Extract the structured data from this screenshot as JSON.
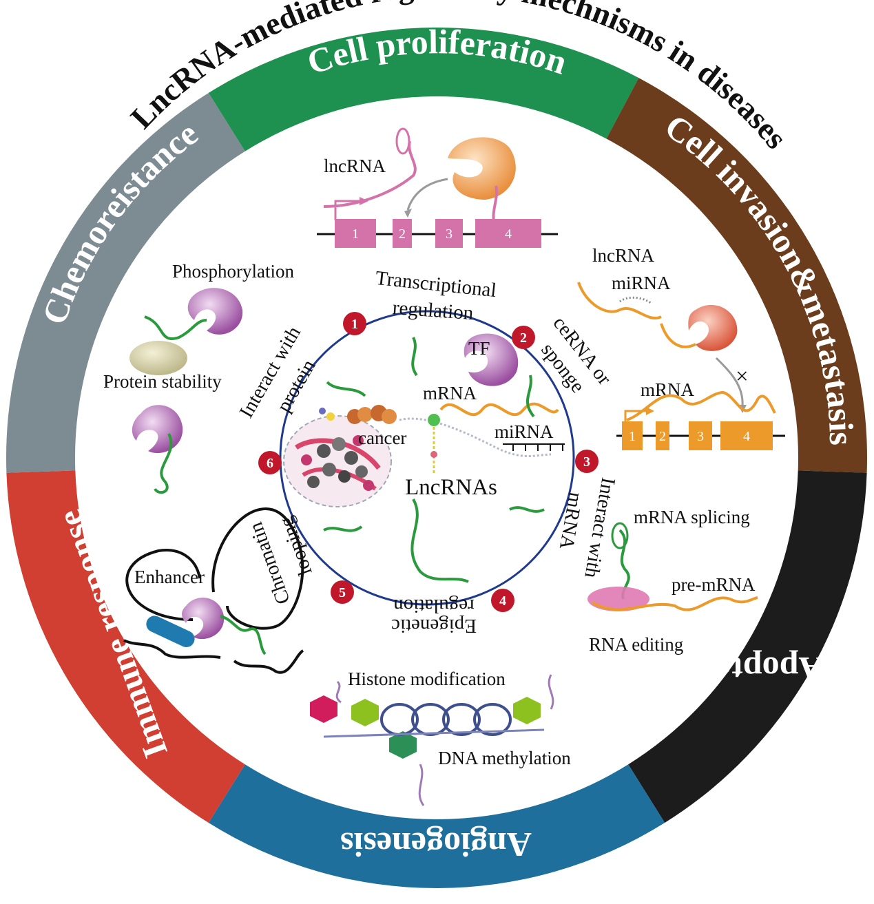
{
  "title": "LncRNA-mediated regulatory mechnisms in diseases",
  "ring_sections": [
    {
      "label": "Cell proliferation",
      "color": "#1e9150"
    },
    {
      "label": "Cell invasion&metastasis",
      "color": "#6b3d1c"
    },
    {
      "label": "Apoptosis",
      "color": "#1c1c1c"
    },
    {
      "label": "Angiogenesis",
      "color": "#1f6f9d"
    },
    {
      "label": "Immune response",
      "color": "#d13e32"
    },
    {
      "label": "Chemoreistance",
      "color": "#7d8b93"
    }
  ],
  "center": {
    "label": "LncRNAs",
    "cancer_label": "cancer"
  },
  "mechanisms": [
    {
      "num": "1",
      "line1": "Transcriptional",
      "line2": "regulation"
    },
    {
      "num": "2",
      "line1": "ceRNA or",
      "line2": "sponge"
    },
    {
      "num": "3",
      "line1": "Interact with",
      "line2": "mRNA"
    },
    {
      "num": "4",
      "line1": "Epigenetic",
      "line2": "regulation"
    },
    {
      "num": "5",
      "line1": "Chromatin",
      "line2": "looping"
    },
    {
      "num": "6",
      "line1": "Interact with",
      "line2": "protein"
    }
  ],
  "inner_labels": {
    "tf": "TF",
    "mrna": "mRNA",
    "mirna": "miRNA"
  },
  "proliferation_panel": {
    "lncrna": "lncRNA",
    "exons": [
      "1",
      "2",
      "3",
      "4"
    ]
  },
  "invasion_panel": {
    "lncrna": "lncRNA",
    "mirna": "miRNA",
    "mrna": "mRNA",
    "exons": [
      "1",
      "2",
      "3",
      "4"
    ]
  },
  "apoptosis_panel": {
    "splicing": "mRNA splicing",
    "pre_mrna": "pre-mRNA",
    "editing": "RNA editing"
  },
  "angiogenesis_panel": {
    "histone": "Histone modification",
    "methylation": "DNA methylation"
  },
  "immune_panel": {
    "enhancer": "Enhancer"
  },
  "chemo_panel": {
    "phosphorylation": "Phosphorylation",
    "stability": "Protein stability"
  },
  "colors": {
    "pink_gene": "#d473a9",
    "orange_gene": "#ec9a2a",
    "green_rna": "#2a9a3d",
    "protein": "#b06fb4",
    "blue_circle": "#1f3a8c",
    "number_badge": "#c0182a"
  }
}
